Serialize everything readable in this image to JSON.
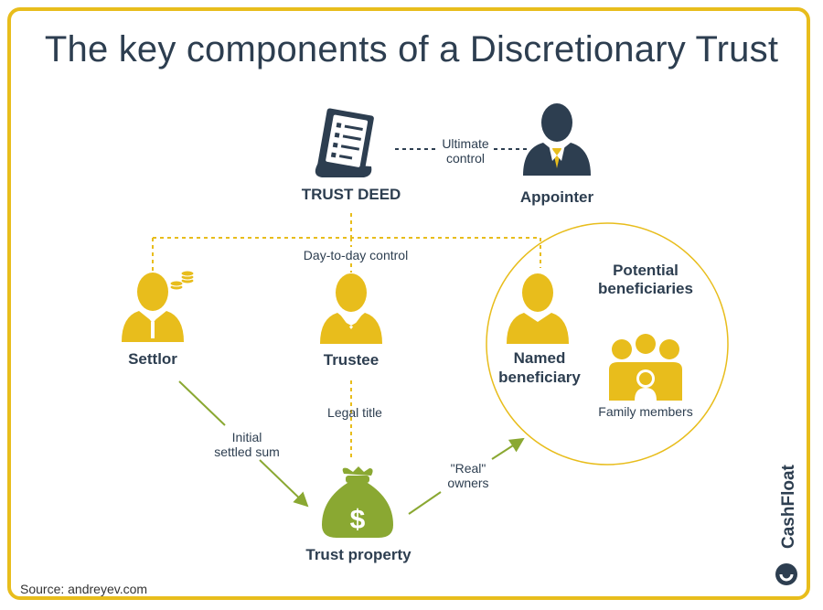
{
  "title": "The key components of a Discretionary Trust",
  "nodes": {
    "trust_deed": "TRUST DEED",
    "appointer": "Appointer",
    "settlor": "Settlor",
    "trustee": "Trustee",
    "named_beneficiary": "Named\nbeneficiary",
    "potential_beneficiaries": "Potential\nbeneficiaries",
    "family_members": "Family members",
    "trust_property": "Trust property"
  },
  "edges": {
    "ultimate_control": "Ultimate\ncontrol",
    "day_to_day_control": "Day-to-day control",
    "legal_title": "Legal title",
    "initial_settled_sum": "Initial\nsettled sum",
    "real_owners": "\"Real\"\nowners"
  },
  "icons": {
    "document": "document-icon",
    "appointer": "businessman-icon",
    "settlor": "person-with-coins-icon",
    "trustee": "person-with-bowtie-icon",
    "named_beneficiary": "person-icon",
    "family": "family-group-icon",
    "money_bag": "money-bag-icon",
    "brand_logo": "cashfloat-logo-icon"
  },
  "source": "Source: andreyev.com",
  "brand": "CashFloat",
  "colors": {
    "frame": "#e8bd1c",
    "navy": "#2d3e50",
    "yellow": "#e8bd1c",
    "green": "#8aa832",
    "dotted_line": "#e8bd1c"
  }
}
